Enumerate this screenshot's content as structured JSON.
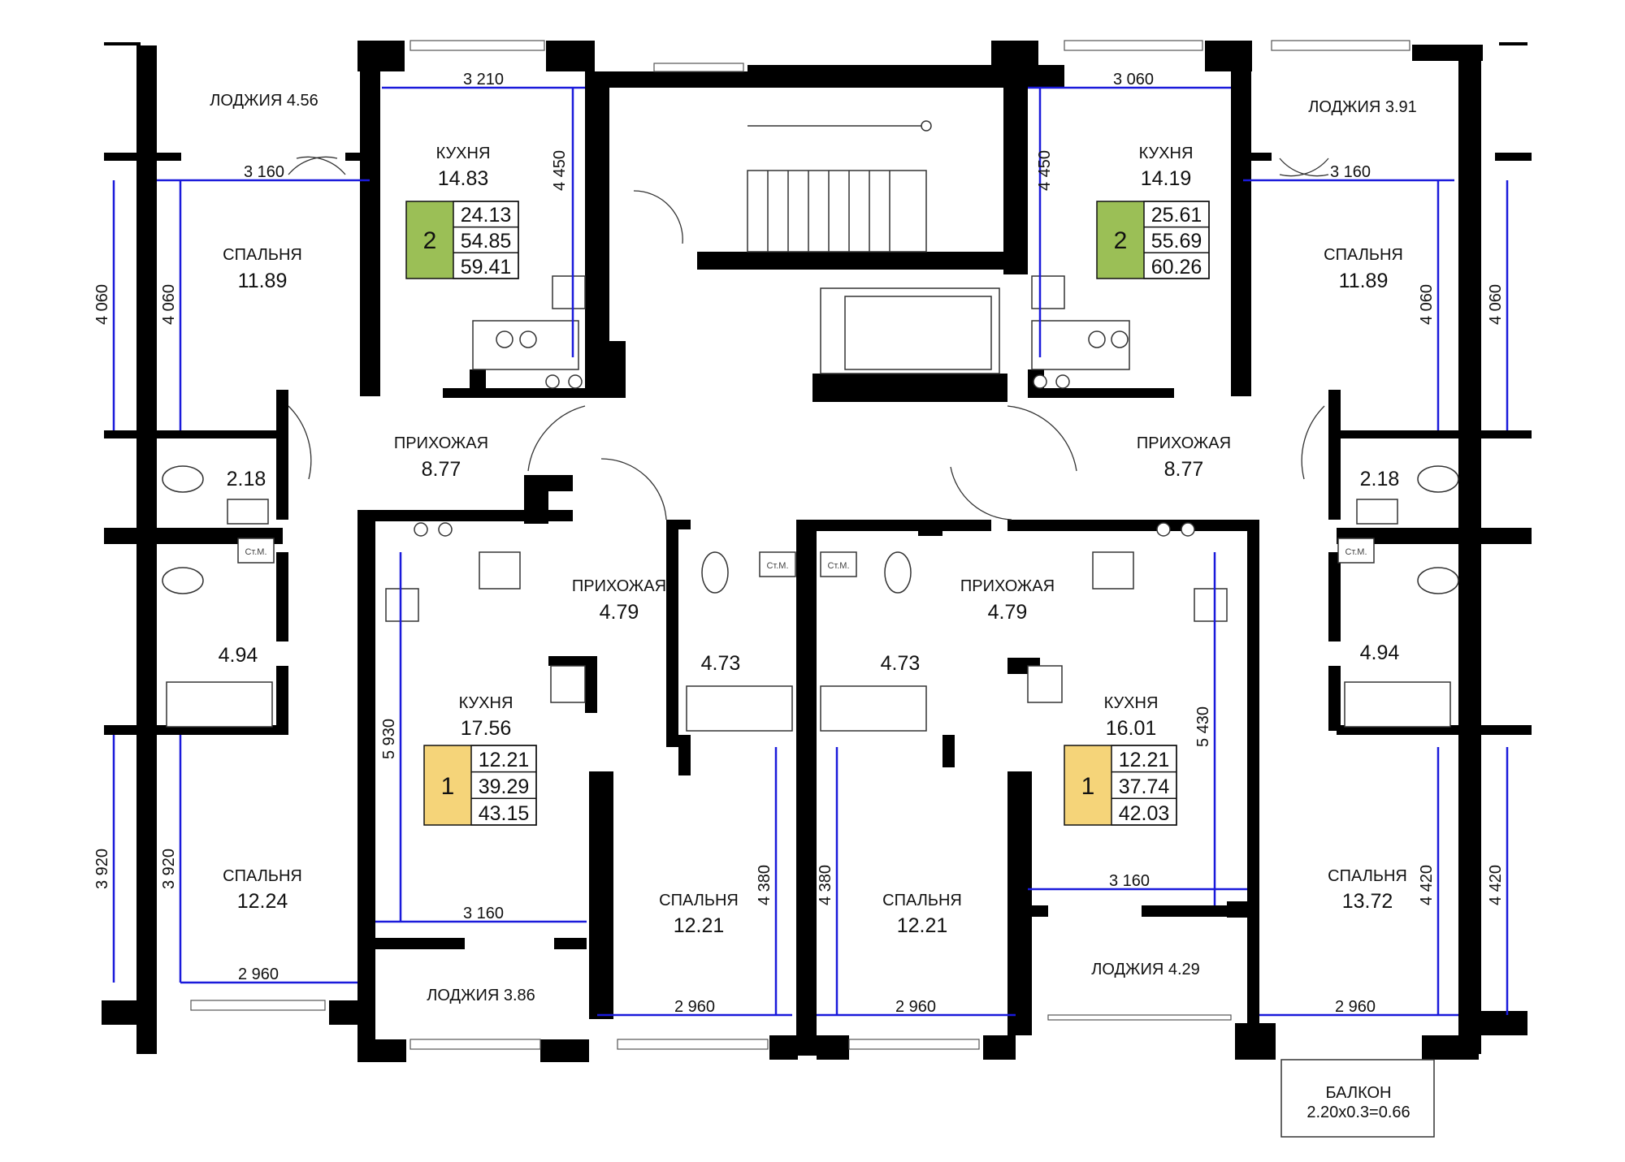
{
  "rooms": {
    "loggia_tl": {
      "label": "ЛОДЖИЯ 4.56"
    },
    "kitchen_tl": {
      "label": "КУХНЯ",
      "area": "14.83"
    },
    "bedroom_tl": {
      "label": "СПАЛЬНЯ",
      "area": "11.89"
    },
    "hall_tl": {
      "label": "ПРИХОЖАЯ",
      "area": "8.77"
    },
    "wc_tl": {
      "area": "2.18"
    },
    "bath_tl": {
      "area": "4.94"
    },
    "bedroom_bl": {
      "label": "СПАЛЬНЯ",
      "area": "12.24"
    },
    "kitchen_bl": {
      "label": "КУХНЯ",
      "area": "17.56"
    },
    "loggia_bl": {
      "label": "ЛОДЖИЯ 3.86"
    },
    "hall_cl": {
      "label": "ПРИХОЖАЯ",
      "area": "4.79"
    },
    "bath_cl": {
      "area": "4.73"
    },
    "bedroom_cl": {
      "label": "СПАЛЬНЯ",
      "area": "12.21"
    },
    "bath_cr": {
      "area": "4.73"
    },
    "bedroom_cr": {
      "label": "СПАЛЬНЯ",
      "area": "12.21"
    },
    "hall_cr": {
      "label": "ПРИХОЖАЯ",
      "area": "4.79"
    },
    "kitchen_br": {
      "label": "КУХНЯ",
      "area": "16.01"
    },
    "loggia_br": {
      "label": "ЛОДЖИЯ 4.29"
    },
    "bedroom_br": {
      "label": "СПАЛЬНЯ",
      "area": "13.72"
    },
    "balcony": {
      "label": "БАЛКОН",
      "formula": "2.20x0.3=0.66"
    },
    "loggia_tr": {
      "label": "ЛОДЖИЯ 3.91"
    },
    "kitchen_tr": {
      "label": "КУХНЯ",
      "area": "14.19"
    },
    "bedroom_tr": {
      "label": "СПАЛЬНЯ",
      "area": "11.89"
    },
    "hall_tr": {
      "label": "ПРИХОЖАЯ",
      "area": "8.77"
    },
    "wc_tr": {
      "area": "2.18"
    },
    "bath_tr": {
      "area": "4.94"
    }
  },
  "badges": {
    "tl": {
      "rooms": "2",
      "living": "24.13",
      "usable": "54.85",
      "total": "59.41",
      "color": "#9bbf56"
    },
    "tr": {
      "rooms": "2",
      "living": "25.61",
      "usable": "55.69",
      "total": "60.26",
      "color": "#9bbf56"
    },
    "bl": {
      "rooms": "1",
      "living": "12.21",
      "usable": "39.29",
      "total": "43.15",
      "color": "#f5d479"
    },
    "br": {
      "rooms": "1",
      "living": "12.21",
      "usable": "37.74",
      "total": "42.03",
      "color": "#f5d479"
    }
  },
  "dimensions": {
    "d_3210": "3 210",
    "d_4450_l": "4 450",
    "d_3160_tl": "3 160",
    "d_4060_l1": "4 060",
    "d_4060_l2": "4 060",
    "d_3060": "3 060",
    "d_4450_r": "4 450",
    "d_3160_tr": "3 160",
    "d_4060_r1": "4 060",
    "d_4060_r2": "4 060",
    "d_5930": "5 930",
    "d_3160_bl": "3 160",
    "d_3920_1": "3 920",
    "d_3920_2": "3 920",
    "d_2960_bl": "2 960",
    "d_4380_l": "4 380",
    "d_2960_cl": "2 960",
    "d_4380_r": "4 380",
    "d_2960_cr": "2 960",
    "d_5430": "5 430",
    "d_3160_br": "3 160",
    "d_4420_1": "4 420",
    "d_4420_2": "4 420",
    "d_2960_br": "2 960"
  },
  "fixtures": {
    "washer": "Ст.М."
  }
}
